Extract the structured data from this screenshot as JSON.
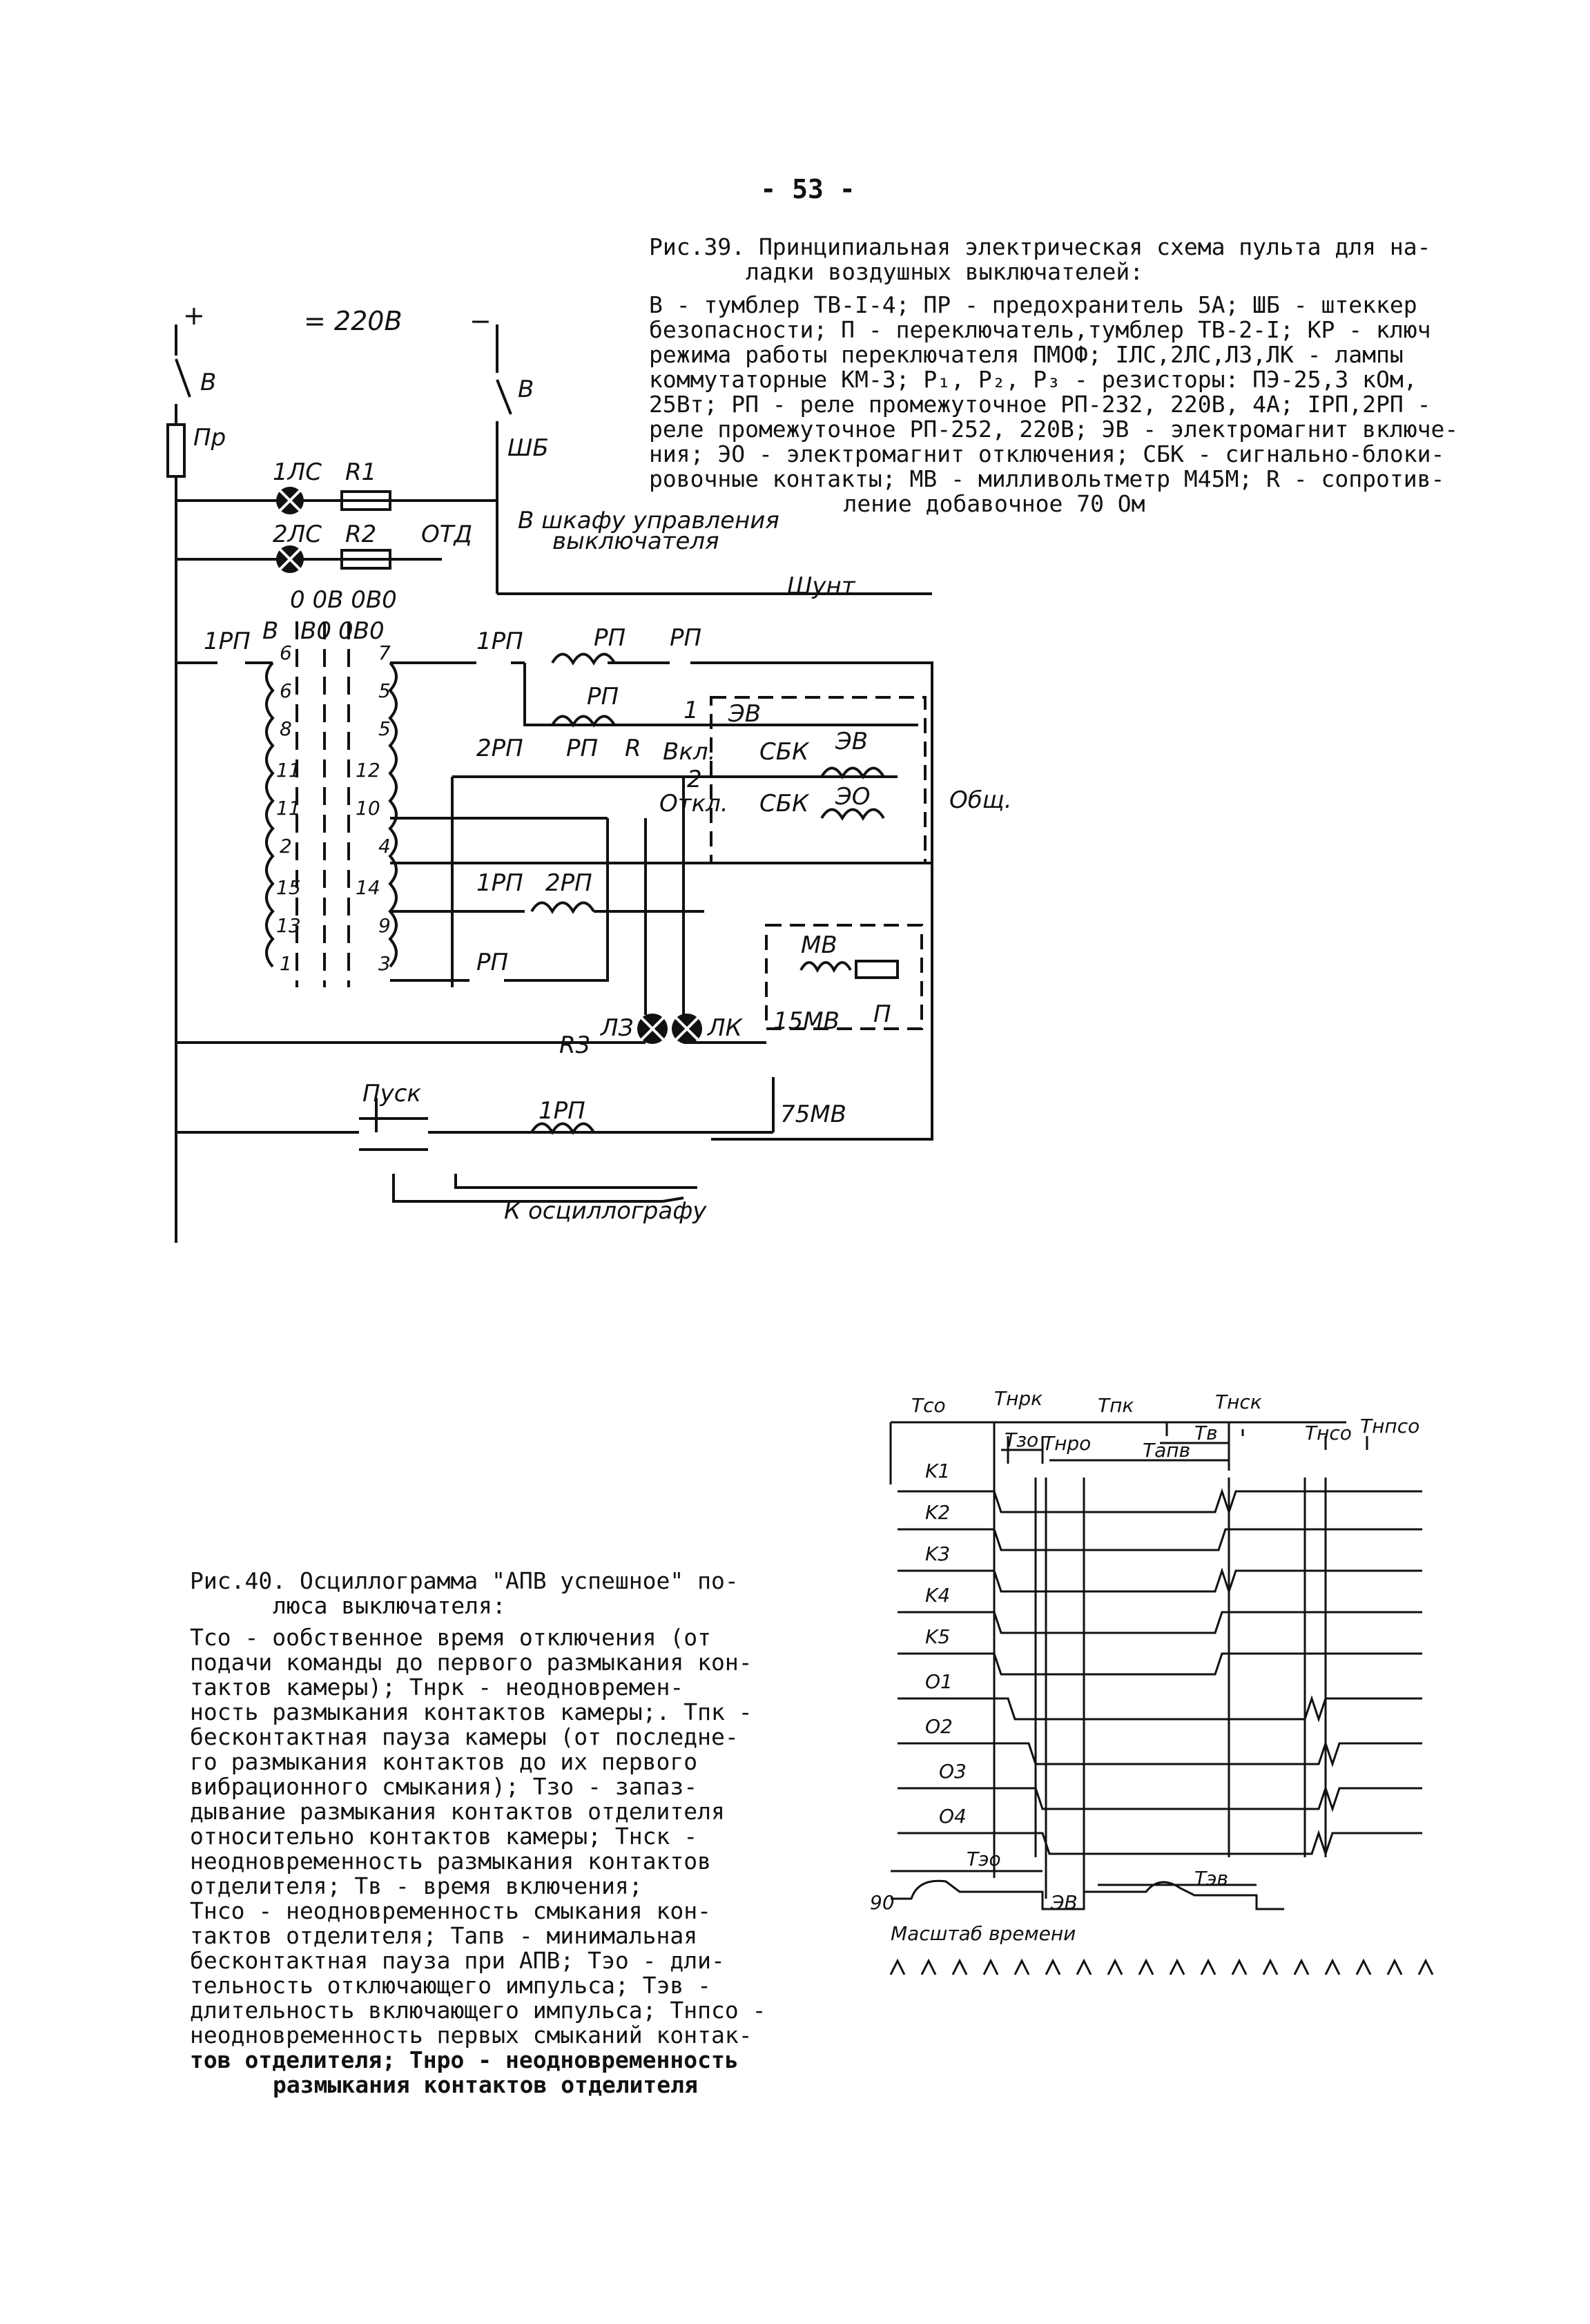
{
  "page_number": "- 53 -",
  "fig39": {
    "title_1": "Рис.39. Принципиальная электрическая схема пульта для на-",
    "title_2": "ладки воздушных выключателей:",
    "body": [
      "В - тумблер ТВ-I-4; ПР - предохранитель 5А; ШБ - штеккер",
      "безопасности; П - переключатель,тумблер ТВ-2-I; КР - ключ",
      "режима работы переключателя ПМОФ; IЛС,2ЛС,ЛЗ,ЛК - лампы",
      "коммутаторные КМ-3; Р₁, Р₂, Р₃ - резисторы: ПЭ-25,3 кОм,",
      "25Вт; РП - реле промежуточное РП-232, 220В, 4А; IРП,2РП -",
      "реле промежуточное РП-252, 220В; ЭВ - электромагнит включе-",
      "ния; ЭО - электромагнит отключения; СБК - сигнально-блоки-",
      "ровочные контакты; МВ - милливольтметр М45М; R - сопротив-"
    ],
    "body_last": "ление добавочное 70 Ом"
  },
  "schematic": {
    "plus": "+",
    "voltage": "= 220В",
    "minus": "−",
    "switch_v": "В",
    "fuse": "Пр",
    "plug": "ШБ",
    "lamp1": "1ЛС",
    "lamp2": "2ЛС",
    "r1": "R1",
    "r2": "R2",
    "otd": "ОТД",
    "cabinet_1": "В шкафу управления",
    "cabinet_2": "выключателя",
    "shunt": "Шунт",
    "sw_header": "0  0В  0В0",
    "sw_b": "В",
    "sw_vo": "В0",
    "sw_ovo": "0В0",
    "contacts_left": [
      "6",
      "6",
      "8",
      "11",
      "11",
      "2",
      "15",
      "13",
      "1"
    ],
    "contacts_right": [
      "7",
      "5",
      "5",
      "12",
      "10",
      "4",
      "14",
      "9",
      "3"
    ],
    "relay_1rp_a": "1РП",
    "relay_1rp_b": "1РП",
    "relay_rp_a": "РП",
    "relay_rp_b": "РП",
    "relay_rp_c": "РП",
    "relay_rp_d": "РП",
    "relay_2rp_a": "2РП",
    "relay_2rp_b": "2РП",
    "relay_1rp_c": "1РП",
    "resistor_r": "R",
    "vkl": "Вкл.",
    "otkl": "Откл.",
    "node1": "1",
    "node2": "2",
    "ev": "ЭВ",
    "ev2": "ЭВ",
    "sbk1": "СБК",
    "sbk2": "СБК",
    "eo": "ЭО",
    "common": "Общ.",
    "mv": "МВ",
    "mv15": "15МВ",
    "mv75": "75МВ",
    "switch_p": "П",
    "lamp_lz": "ЛЗ",
    "lamp_lk": "ЛК",
    "r3": "R3",
    "pusk": "Пуск",
    "relay_1rp_coil": "1РП",
    "osc": "К осциллографу"
  },
  "fig40": {
    "title_1": "Рис.40. Осциллограмма \"АПВ успешное\" по-",
    "title_2": "люса выключателя:",
    "body": [
      "Tсо - ообственное время отключения (от",
      "подачи команды до первого размыкания кон-",
      "тактов камеры); Tнрк - неодновремен-",
      "ность размыкания контактов камеры;. Tпк -",
      "бесконтактная пауза камеры (от последне-",
      "го размыкания контактов до их первого",
      "вибрационного смыкания); Tзо - запаз-",
      "дывание размыкания контактов отделителя",
      "относительно контактов камеры; Tнск -",
      "неодновременность размыкания контактов",
      "отделителя; Tв - время включения;",
      "Tнсо - неодновременность смыкания кон-",
      "тактов отделителя; Tапв - минимальная",
      "бесконтактная пауза при АПВ; Tэо - дли-",
      "тельность отключающего импульса; Tэв -",
      "длительность включающего импульса; Tнпсо -",
      "неодновременность первых смыканий контак-"
    ],
    "body_bold": "тов отделителя; Tнро - неодновременность",
    "body_last": "размыкания контактов отделителя"
  },
  "oscillogram": {
    "t_so": "Тсо",
    "t_nrk": "Тнрк",
    "t_pk": "Тпк",
    "t_nsk": "Тнск",
    "t_zo": "Тзо",
    "t_nro": "Тнро",
    "t_v": "Тв",
    "t_apv": "Тапв",
    "t_nso": "Тнсо",
    "t_npso": "Тнпсо",
    "channels": [
      "K1",
      "K2",
      "K3",
      "K4",
      "K5",
      "O1",
      "O2",
      "O3",
      "O4"
    ],
    "t_eo": "Тэо",
    "val_90": "90",
    "ev": "ЭВ",
    "t_ev": "Тэв",
    "scale": "Масштаб  времени"
  }
}
